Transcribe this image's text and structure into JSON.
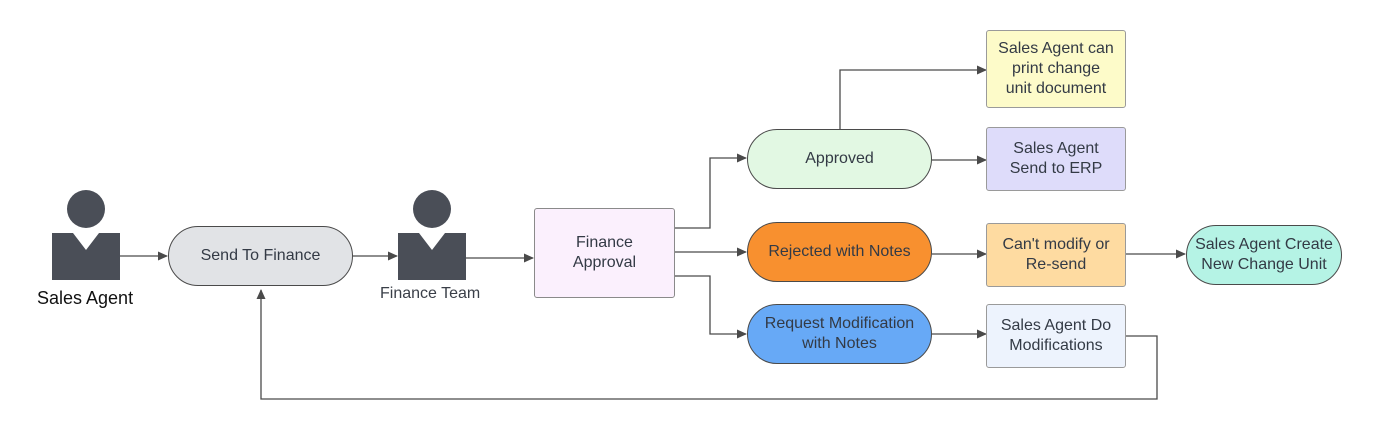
{
  "actors": {
    "sales_agent": {
      "label": "Sales Agent",
      "icon": "person-icon",
      "color": "#4a4e57"
    },
    "finance_team": {
      "label": "Finance Team",
      "icon": "person-icon",
      "color": "#4a4e57"
    }
  },
  "nodes": {
    "send_to_finance": {
      "label": "Send To Finance",
      "fill": "#e1e3e6"
    },
    "finance_approval": {
      "label": "Finance\nApproval",
      "fill": "#fbf0fd"
    },
    "approved": {
      "label": "Approved",
      "fill": "#e2f8e3"
    },
    "rejected": {
      "label": "Rejected with Notes",
      "fill": "#f8902f"
    },
    "request_modification": {
      "label": "Request Modification\nwith Notes",
      "fill": "#67a9f6"
    },
    "print_document": {
      "label": "Sales Agent can\nprint change\nunit document",
      "fill": "#fdfbc9"
    },
    "send_to_erp": {
      "label": "Sales Agent\nSend to ERP",
      "fill": "#dedcfa"
    },
    "cant_modify": {
      "label": "Can't modify or\nRe-send",
      "fill": "#fedba1"
    },
    "do_modifications": {
      "label": "Sales Agent Do\nModifications",
      "fill": "#edf3fd"
    },
    "create_new_change_unit": {
      "label": "Sales Agent Create\nNew Change Unit",
      "fill": "#b5f3e5"
    }
  },
  "connector_color": "#4a4a4a"
}
